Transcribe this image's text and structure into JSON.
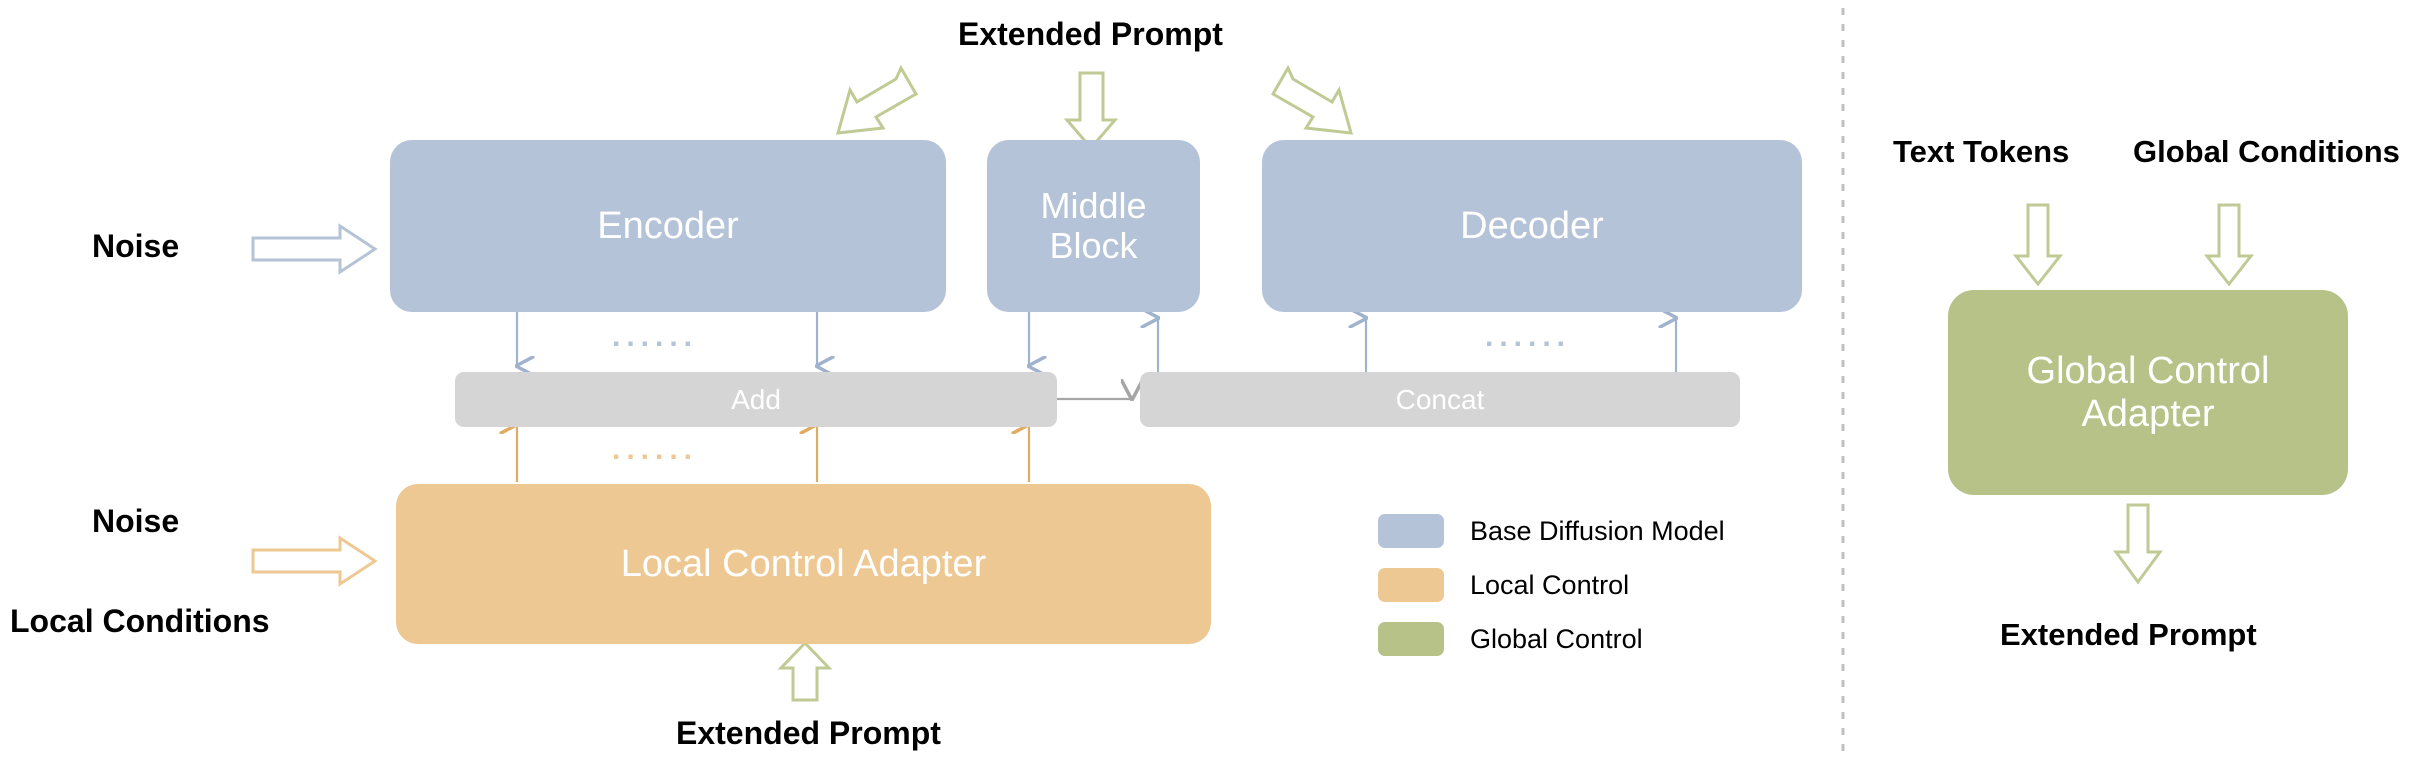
{
  "colors": {
    "base_diffusion": "#b4c3d7",
    "local_control": "#eec893",
    "global_control": "#b6c288",
    "merge_block": "#d5d5d5",
    "divider": "#bfbfbf",
    "text_dark": "#000000",
    "text_light": "#ffffff"
  },
  "left_panel": {
    "blocks": [
      {
        "id": "encoder",
        "label": "Encoder",
        "kind": "base_diffusion"
      },
      {
        "id": "middle-block",
        "label": "Middle\nBlock",
        "label_line1": "Middle",
        "label_line2": "Block",
        "kind": "base_diffusion"
      },
      {
        "id": "decoder",
        "label": "Decoder",
        "kind": "base_diffusion"
      },
      {
        "id": "add",
        "label": "Add",
        "kind": "merge_block"
      },
      {
        "id": "concat",
        "label": "Concat",
        "kind": "merge_block"
      },
      {
        "id": "local-control-adapter",
        "label": "Local Control Adapter",
        "kind": "local_control"
      }
    ],
    "labels": {
      "noise_top": "Noise",
      "noise_bottom": "Noise",
      "local_conditions": "Local Conditions",
      "extended_prompt_top": "Extended Prompt",
      "extended_prompt_bottom": "Extended Prompt"
    },
    "ellipsis_dots": "......"
  },
  "legend": {
    "items": [
      {
        "label": "Base Diffusion Model",
        "color": "#b4c3d7"
      },
      {
        "label": "Local Control",
        "color": "#eec893"
      },
      {
        "label": "Global Control",
        "color": "#b6c288"
      }
    ]
  },
  "right_panel": {
    "inputs": [
      {
        "label": "Text Tokens"
      },
      {
        "label": "Global Conditions"
      }
    ],
    "block": {
      "label": "Global Control Adapter",
      "label_line1": "Global Control",
      "label_line2": "Adapter",
      "kind": "global_control"
    },
    "output": {
      "label": "Extended Prompt"
    }
  }
}
